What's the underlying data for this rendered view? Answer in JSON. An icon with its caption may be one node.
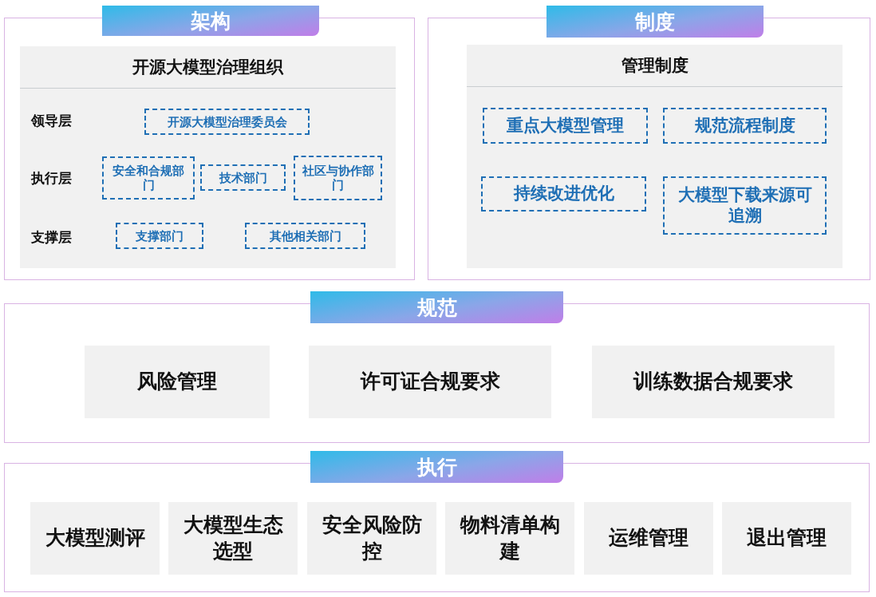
{
  "diagram": {
    "nodes": [
      {
        "text": [
          "架构"
        ]
      },
      {
        "text": [
          "开源大模型治理组织"
        ],
        "in": 0
      },
      {
        "text": [
          "开源大模型治理委员会"
        ],
        "in": 1
      },
      {
        "text": [
          "安全和合规部门"
        ],
        "in": 1
      },
      {
        "text": [
          "技术部门"
        ],
        "in": 1
      },
      {
        "text": [
          "社区与协作部门"
        ],
        "in": 1
      },
      {
        "text": [
          "支撑部门"
        ],
        "in": 1
      },
      {
        "text": [
          "其他相关部门"
        ],
        "in": 1
      },
      {
        "text": [
          "制度"
        ]
      },
      {
        "text": [
          "管理制度"
        ],
        "in": 8
      },
      {
        "text": [
          "重点大模型管理"
        ],
        "in": 9
      },
      {
        "text": [
          "规范流程制度"
        ],
        "in": 9
      },
      {
        "text": [
          "持续改进优化"
        ],
        "in": 9
      },
      {
        "text": [
          "大模型下载来源可追溯"
        ],
        "in": 9
      },
      {
        "text": [
          "规范"
        ]
      },
      {
        "text": [
          "风险管理"
        ],
        "in": 14
      },
      {
        "text": [
          "许可证合规要求"
        ],
        "in": 14
      },
      {
        "text": [
          "训练数据合规要求"
        ],
        "in": 14
      },
      {
        "text": [
          "执行"
        ]
      },
      {
        "text": [
          "大模型测评"
        ],
        "in": 18
      },
      {
        "text": [
          "大模型生态选型"
        ],
        "in": 18
      },
      {
        "text": [
          "安全风险防控"
        ],
        "in": 18
      },
      {
        "text": [
          "物料清单构建"
        ],
        "in": 18
      },
      {
        "text": [
          "运维管理"
        ],
        "in": 18
      },
      {
        "text": [
          "退出管理"
        ],
        "in": 18
      }
    ],
    "edges": [],
    "labels": [
      "领导层",
      "执行层",
      "支撑层"
    ]
  }
}
